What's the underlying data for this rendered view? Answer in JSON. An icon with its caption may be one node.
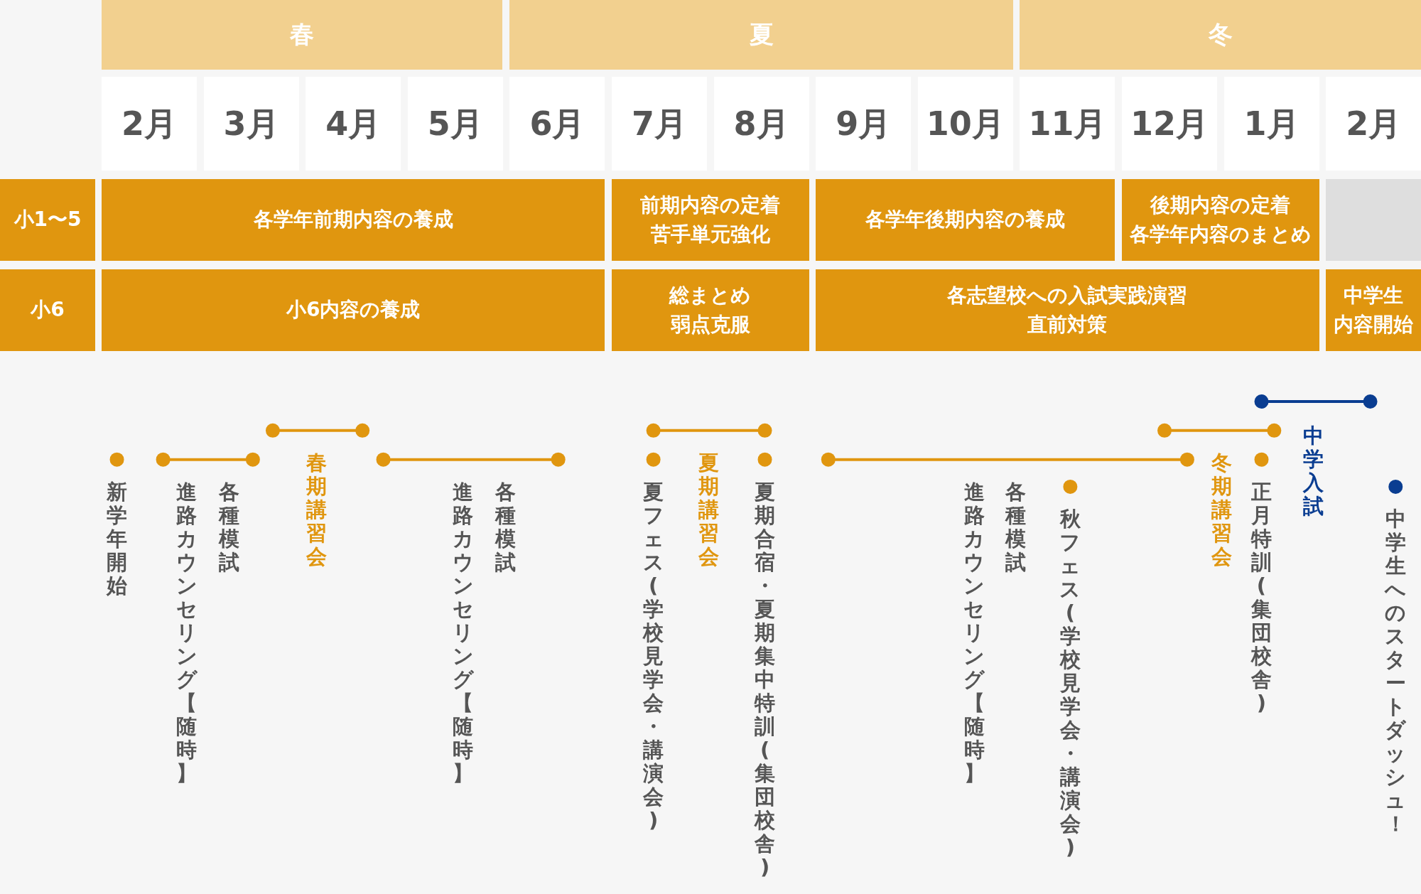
{
  "diagram": {
    "nodes": [
      {
        "text": [
          "春"
        ]
      },
      {
        "text": [
          "夏"
        ]
      },
      {
        "text": [
          "冬"
        ]
      },
      {
        "text": [
          "2月"
        ]
      },
      {
        "text": [
          "3月"
        ]
      },
      {
        "text": [
          "4月"
        ]
      },
      {
        "text": [
          "5月"
        ]
      },
      {
        "text": [
          "6月"
        ]
      },
      {
        "text": [
          "7月"
        ]
      },
      {
        "text": [
          "8月"
        ]
      },
      {
        "text": [
          "9月"
        ]
      },
      {
        "text": [
          "10月"
        ]
      },
      {
        "text": [
          "11月"
        ]
      },
      {
        "text": [
          "12月"
        ]
      },
      {
        "text": [
          "1月"
        ]
      },
      {
        "text": [
          "2月"
        ]
      },
      {
        "text": [
          "小1〜5"
        ]
      },
      {
        "text": [
          "各学年前期内容の養成"
        ]
      },
      {
        "text": [
          "前期内容の定着",
          "苦手単元強化"
        ]
      },
      {
        "text": [
          "各学年後期内容の養成"
        ]
      },
      {
        "text": [
          "後期内容の定着",
          "各学年内容のまとめ"
        ]
      },
      {
        "text": [],
        "shape": "box"
      },
      {
        "text": [
          "小6"
        ]
      },
      {
        "text": [
          "小6内容の養成"
        ]
      },
      {
        "text": [
          "総まとめ",
          "弱点克服"
        ]
      },
      {
        "text": [
          "各志望校への入試実践演習",
          "直前対策"
        ]
      },
      {
        "text": [
          "中学生",
          "内容開始"
        ]
      }
    ],
    "labels": [
      "新学年開始",
      "進路カウンセリング【随時】",
      "各種模試",
      "春期講習会",
      "進路カウンセリング【随時】",
      "各種模試",
      "夏フェス(学校見学会・講演会)",
      "夏期講習会",
      "夏期合宿・夏期集中特訓(集団校舎)",
      "進路カウンセリング【随時】",
      "各種模試",
      "秋フェス(学校見学会・講演会)",
      "冬期講習会",
      "正月特訓(集団校舎)",
      "中学入試",
      "中学生へのスタートダッシュ！"
    ]
  }
}
